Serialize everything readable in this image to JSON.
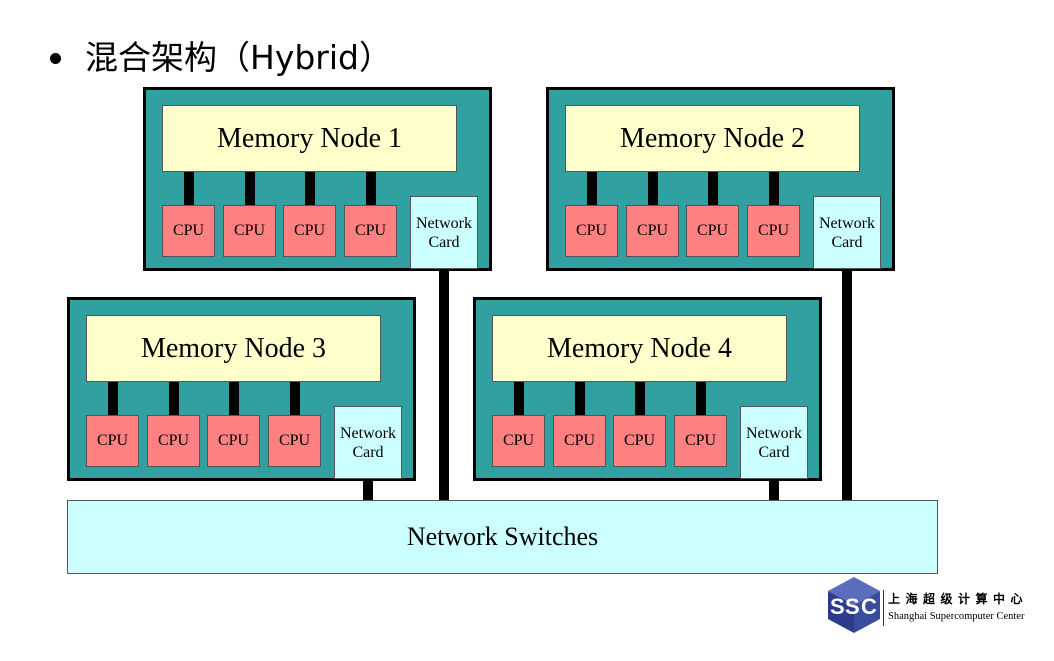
{
  "slide": {
    "bullet_title": "混合架构（Hybrid）"
  },
  "diagram": {
    "nodes": [
      {
        "memory_label": "Memory Node 1",
        "cpus": [
          "CPU",
          "CPU",
          "CPU",
          "CPU"
        ],
        "network_card": [
          "Network",
          "Card"
        ]
      },
      {
        "memory_label": "Memory Node 2",
        "cpus": [
          "CPU",
          "CPU",
          "CPU",
          "CPU"
        ],
        "network_card": [
          "Network",
          "Card"
        ]
      },
      {
        "memory_label": "Memory Node 3",
        "cpus": [
          "CPU",
          "CPU",
          "CPU",
          "CPU"
        ],
        "network_card": [
          "Network",
          "Card"
        ]
      },
      {
        "memory_label": "Memory Node 4",
        "cpus": [
          "CPU",
          "CPU",
          "CPU",
          "CPU"
        ],
        "network_card": [
          "Network",
          "Card"
        ]
      }
    ],
    "network_switches": "Network Switches"
  },
  "logo": {
    "mark_letters": [
      "S",
      "S",
      "C"
    ],
    "name_cn": "上海超级计算中心",
    "name_en": "Shanghai Supercomputer Center"
  },
  "colors": {
    "node_fill": "#31a0a0",
    "memory_fill": "#ffffcc",
    "cpu_fill": "#ff8080",
    "network_fill": "#ccffff",
    "link": "#000000",
    "logo_blue": "#3a4c9c"
  }
}
